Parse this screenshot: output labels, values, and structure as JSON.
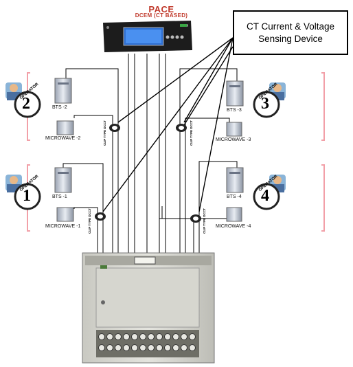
{
  "header": {
    "title": "PACE",
    "subtitle": "DCEM (CT BASED)"
  },
  "callout": {
    "text": "CT Current & Voltage\nSensing Device"
  },
  "operators": [
    {
      "badge_text": "OPERATOR",
      "number": "2"
    },
    {
      "badge_text": "OPERATOR",
      "number": "3"
    },
    {
      "badge_text": "OPERATOR",
      "number": "1"
    },
    {
      "badge_text": "OPERATOR",
      "number": "4"
    }
  ],
  "equipment": {
    "bts2": "BTS -2",
    "mw2": "MICROWAVE -2",
    "bts3": "BTS -3",
    "mw3": "MICROWAVE -3",
    "bts1": "BTS -1",
    "mw1": "MICROWAVE -1",
    "bts4": "BTS -4",
    "mw4": "MICROWAVE -4"
  },
  "ct_label": "CLIP TYPE DCCT",
  "colors": {
    "title_red": "#c0392b",
    "line": "#000000",
    "cabinet": "#d8d8d2"
  }
}
